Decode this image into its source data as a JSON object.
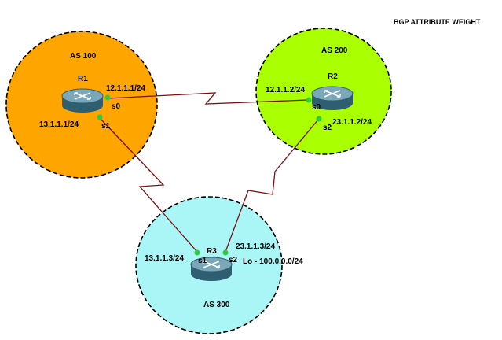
{
  "title": "BGP ATTRIBUTE WEIGHT",
  "colors": {
    "as100": "#FFA500",
    "as200": "#AAFF00",
    "as300": "#AAF5F5",
    "link": "#7A1010",
    "port": "#2ECC40",
    "router_top": "#7AA8B8",
    "router_side": "#2E5F70"
  },
  "as": {
    "as100": {
      "label": "AS 100"
    },
    "as200": {
      "label": "AS 200"
    },
    "as300": {
      "label": "AS 300"
    }
  },
  "routers": {
    "r1": {
      "name": "R1",
      "icon": "router-icon"
    },
    "r2": {
      "name": "R2",
      "icon": "router-icon"
    },
    "r3": {
      "name": "R3",
      "icon": "router-icon"
    }
  },
  "links": {
    "r1_r2": {
      "left_ip": "12.1.1.1/24",
      "left_if": "s0",
      "right_ip": "12.1.1.2/24",
      "right_if": "s0"
    },
    "r1_r3": {
      "top_ip": "13.1.1.1/24",
      "top_if": "s1",
      "bottom_ip": "13.1.1.3/24",
      "bottom_if": "s1"
    },
    "r2_r3": {
      "top_ip": "23.1.1.2/24",
      "top_if": "s2",
      "bottom_ip": "23.1.1.3/24",
      "bottom_if": "s2"
    }
  },
  "loopback": "Lo - 100.0.0.0/24"
}
